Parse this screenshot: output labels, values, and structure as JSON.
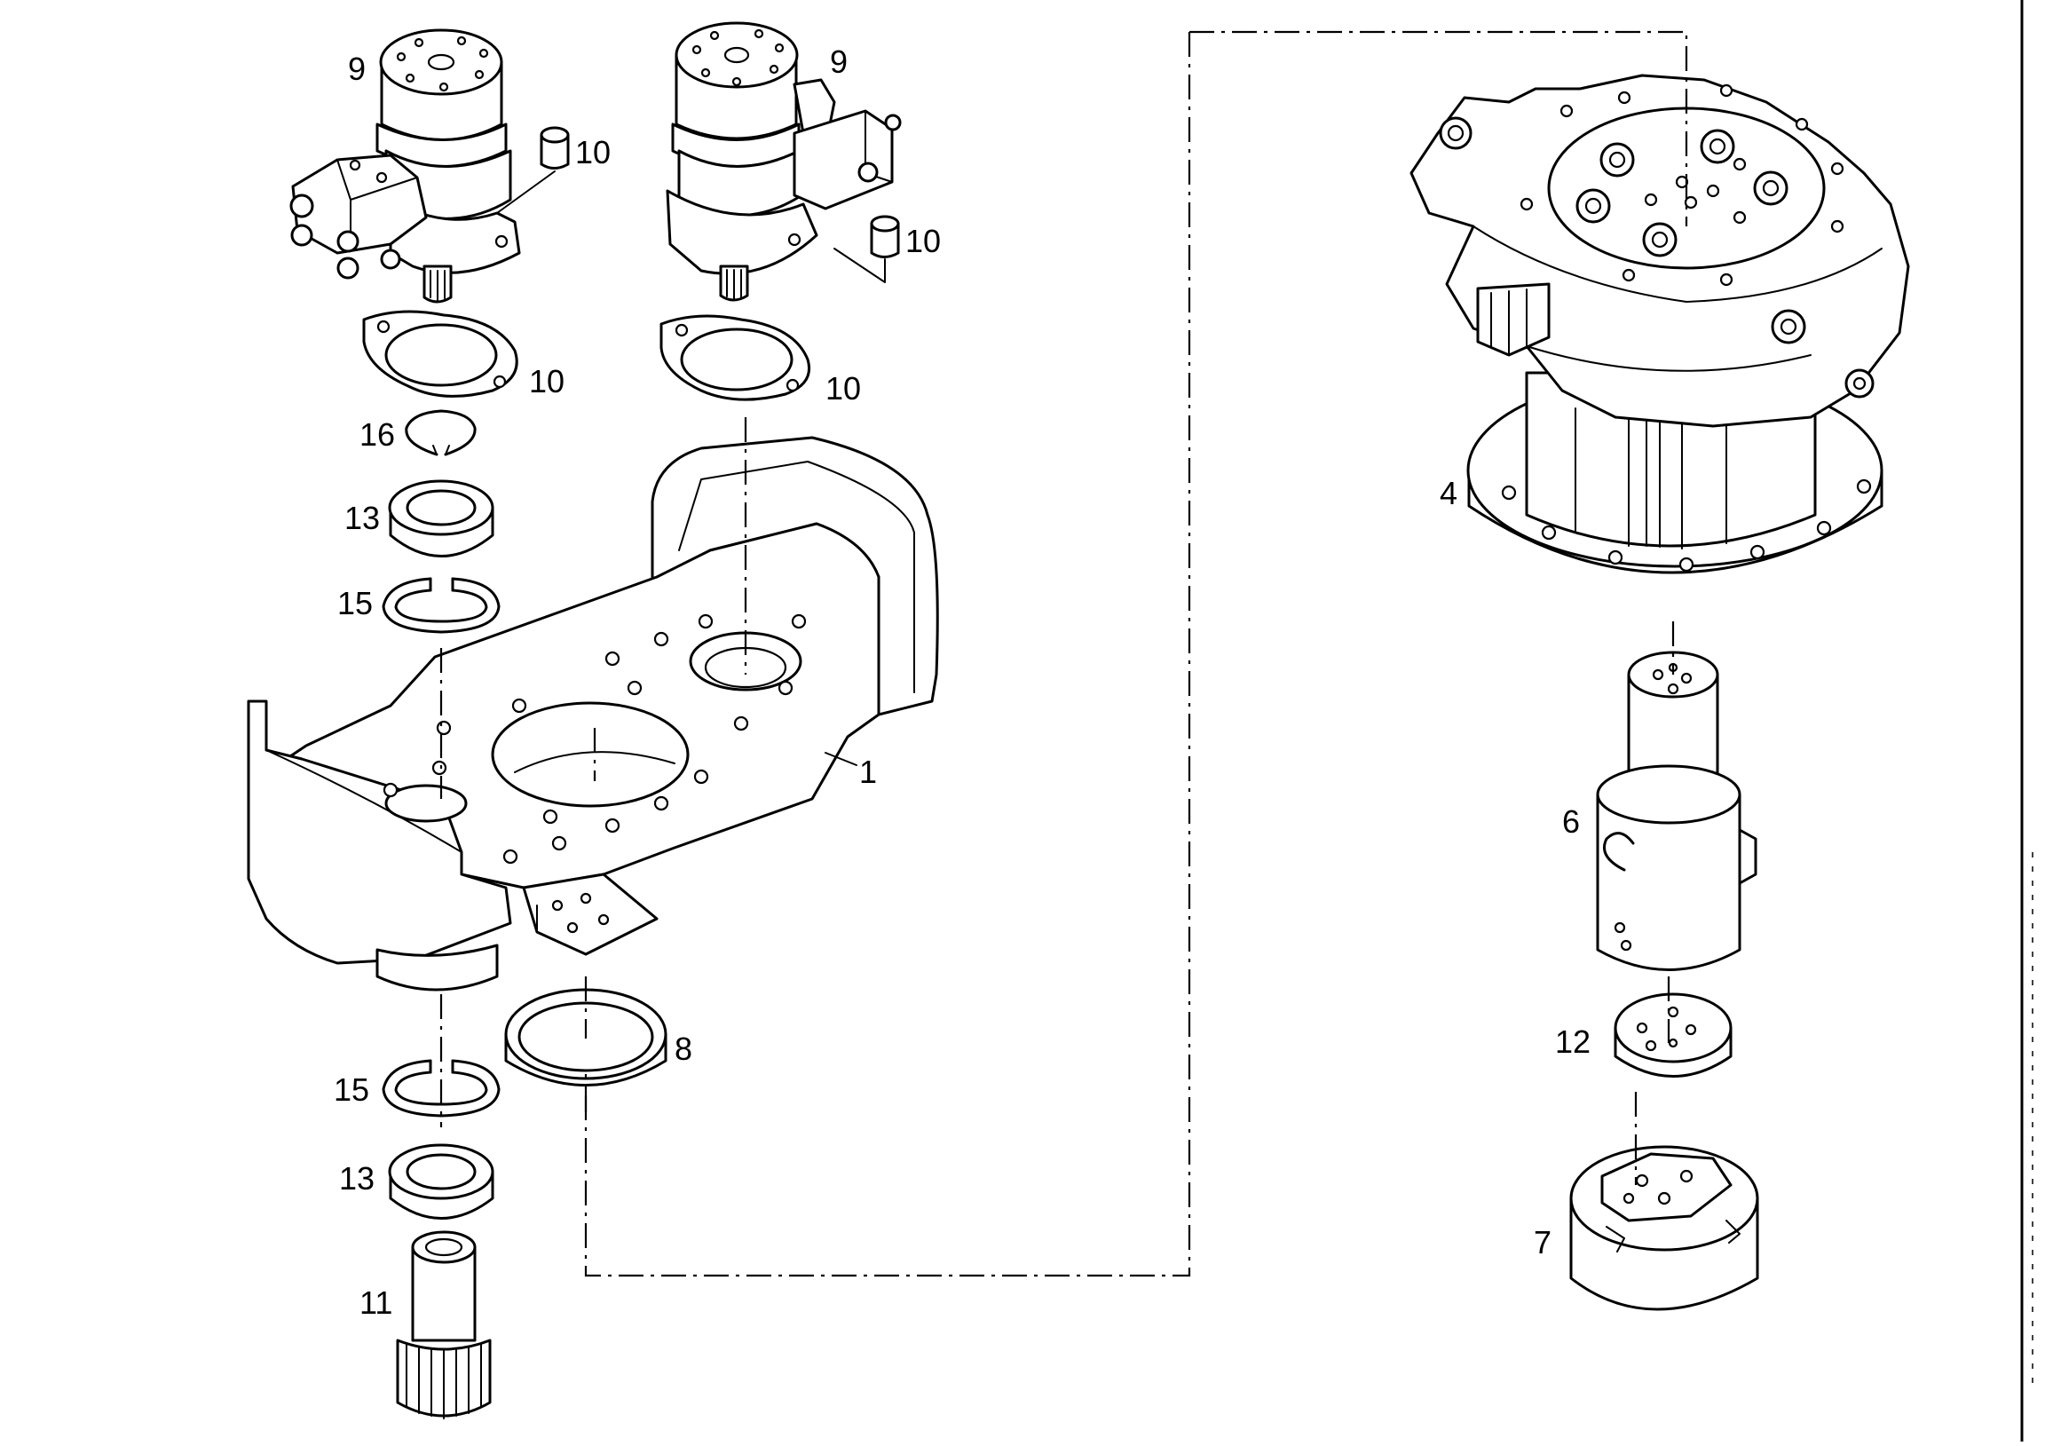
{
  "callouts": {
    "c9a": "9",
    "c9b": "9",
    "c10a": "10",
    "c10b": "10",
    "c10c": "10",
    "c10d": "10",
    "c16": "16",
    "c13a": "13",
    "c15a": "15",
    "c1": "1",
    "c8": "8",
    "c15b": "15",
    "c13b": "13",
    "c11": "11",
    "c4": "4",
    "c6": "6",
    "c12": "12",
    "c7": "7"
  }
}
